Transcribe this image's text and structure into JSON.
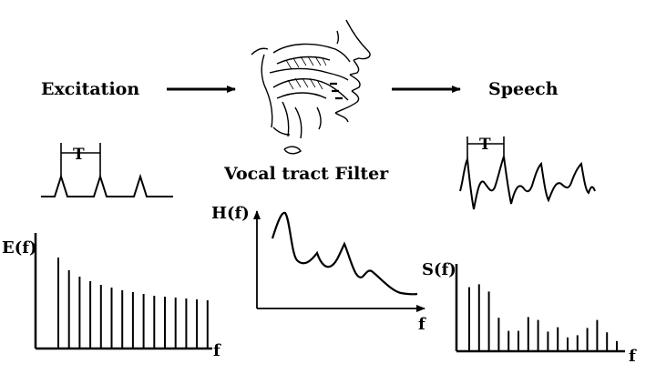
{
  "labels": {
    "excitation": "Excitation",
    "speech": "Speech",
    "vocal_tract_filter": "Vocal tract Filter",
    "period_left": "T",
    "period_right": "T",
    "ef_axis": "E(f)",
    "hf_axis": "H(f)",
    "sf_axis": "S(f)",
    "f_left": "f",
    "f_middle": "f",
    "f_right": "f"
  },
  "excitation_spectrum": {
    "description_values": [
      1.0,
      0.86,
      0.79,
      0.74,
      0.7,
      0.67,
      0.64,
      0.62,
      0.6,
      0.58,
      0.57,
      0.56,
      0.55,
      0.54,
      0.53
    ]
  },
  "speech_spectrum": {
    "description_values": [
      0.88,
      0.92,
      0.82,
      0.46,
      0.28,
      0.28,
      0.47,
      0.43,
      0.27,
      0.33,
      0.19,
      0.22,
      0.32,
      0.43,
      0.26,
      0.14
    ]
  },
  "colors": {
    "ink": "#000000",
    "background": "#ffffff"
  }
}
